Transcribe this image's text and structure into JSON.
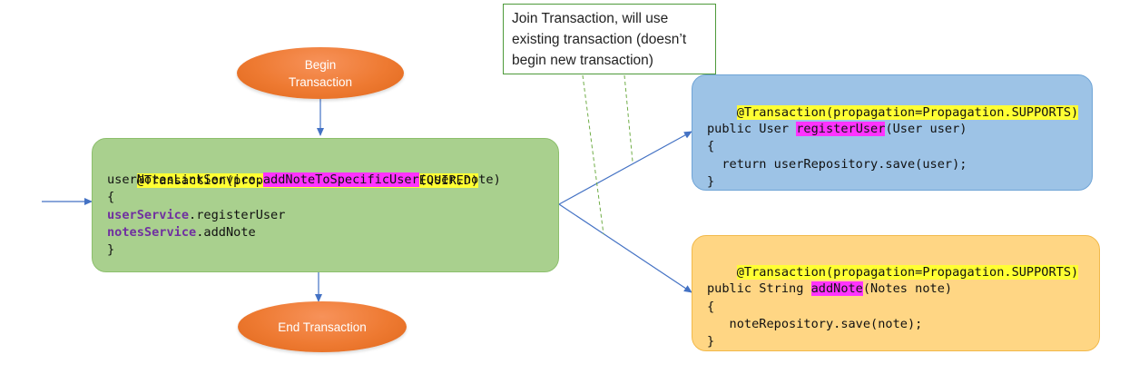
{
  "begin_node": {
    "line1": "Begin",
    "line2": "Transaction"
  },
  "end_node": {
    "label": "End Transaction"
  },
  "note": {
    "line1": "Join Transaction, will use",
    "line2": "existing transaction (doesn’t",
    "line3": "begin new transaction)"
  },
  "main_box": {
    "annotation": "@Transaction(propagation=Propagation.REQUIRED)",
    "signature_prefix": "userNotesLinkService.",
    "method_name": "addNoteToSpecificUser",
    "signature_suffix": "(user,note)",
    "open_brace": "{",
    "call1_object": "userService",
    "call1_method": ".registerUser",
    "call2_object": "notesService",
    "call2_method": ".addNote",
    "close_brace": "}"
  },
  "user_box": {
    "annotation": "@Transaction(propagation=Propagation.SUPPORTS)",
    "signature_prefix": "public User ",
    "method_name": "registerUser",
    "signature_suffix": "(User user)",
    "open_brace": "{",
    "body": "  return userRepository.save(user);",
    "close_brace": "}"
  },
  "notes_box": {
    "annotation": "@Transaction(propagation=Propagation.SUPPORTS)",
    "signature_prefix": "public String ",
    "method_name": "addNote",
    "signature_suffix": "(Notes note)",
    "open_brace": "{",
    "body": "   noteRepository.save(note);",
    "close_brace": "}"
  },
  "colors": {
    "ellipse": "#ee7a32",
    "main_box_fill": "#a9d08e",
    "user_box_fill": "#9dc3e6",
    "notes_box_fill": "#ffd684",
    "arrow": "#4472c4",
    "dashed_line": "#70ad47",
    "annotation_highlight": "#ffff33",
    "method_highlight": "#ff33ff"
  }
}
